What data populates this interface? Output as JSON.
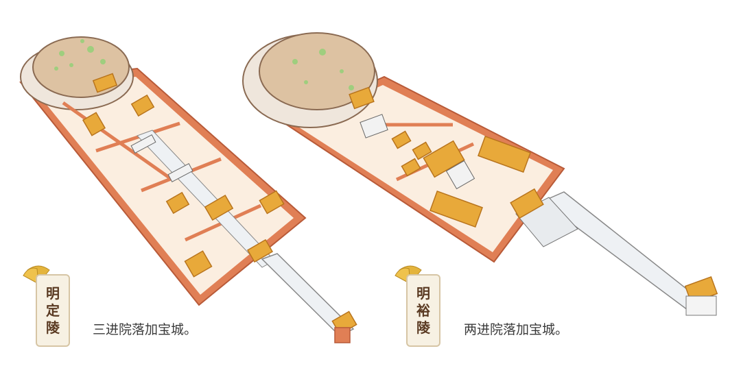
{
  "panels": [
    {
      "name_chars": [
        "明",
        "定",
        "陵"
      ],
      "caption": "三进院落加宝城。"
    },
    {
      "name_chars": [
        "明",
        "裕",
        "陵"
      ],
      "caption": "两进院落加宝城。"
    }
  ],
  "colors": {
    "wall": "#e07f55",
    "wall_dark": "#b85a38",
    "courtyard": "#fbeee0",
    "mound": "#ddc2a2",
    "mound_moss": "#9fce7e",
    "roof": "#e8a93a",
    "roof_dark": "#b8741d",
    "path": "#eef1f4",
    "tag_border": "#d6c5a4",
    "tag_text": "#5a3a22",
    "leaf": "#e4b43c"
  }
}
